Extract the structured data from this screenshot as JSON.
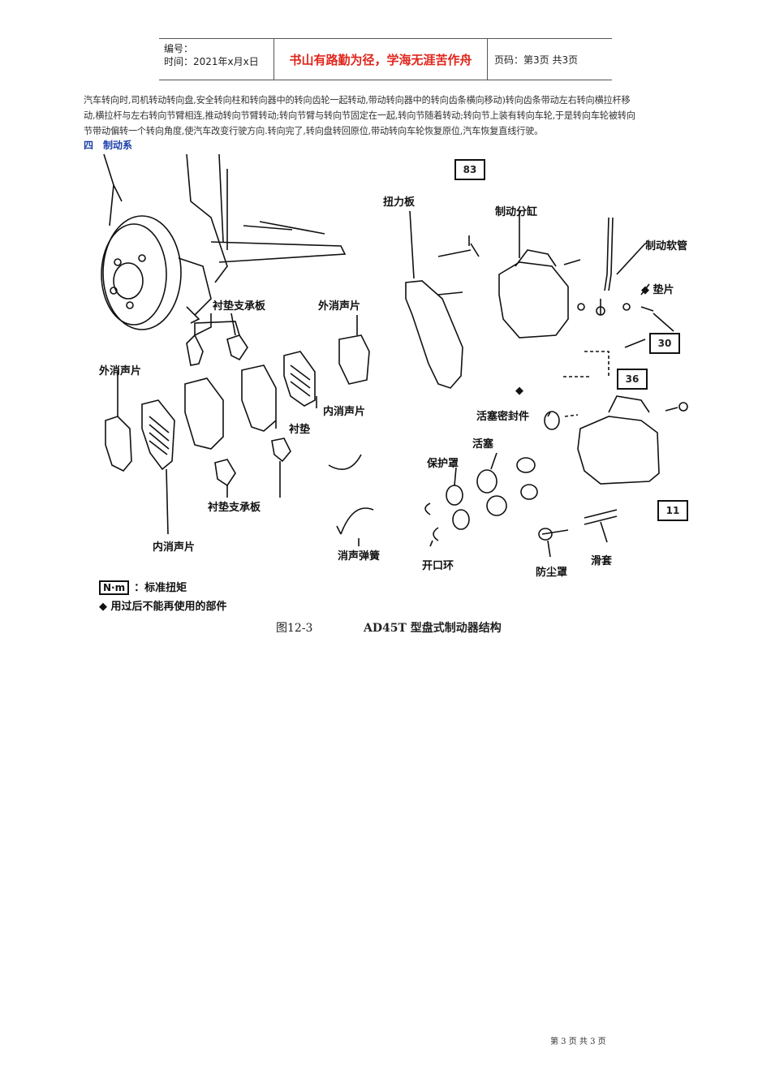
{
  "header": {
    "code_label": "编号：",
    "date_label": "时间：2021年x月x日",
    "motto": "书山有路勤为径，学海无涯苦作舟",
    "page_label": "页码：第3页  共3页"
  },
  "body": {
    "paragraph": "汽车转向时,司机转动转向盘,安全转向柱和转向器中的转向齿轮一起转动,带动转向器中的转向齿条横向移动)转向齿条带动左右转向横拉杆移动,横拉杆与左右转向节臂相连,推动转向节臂转动;转向节臂与转向节固定在一起,转向节随着转动;转向节上装有转向车轮,于是转向车轮被转向节带动偏转一个转向角度,使汽车改变行驶方向.转向完了,转向盘转回原位,带动转向车轮恢复原位,汽车恢复直线行驶。",
    "section_title": "四　制动系"
  },
  "figure": {
    "labels": {
      "torque_plate": "扭力板",
      "brake_cylinder": "制动分缸",
      "brake_hose": "制动软管",
      "gasket": "◆ 垫片",
      "pad_support_top": "衬垫支承板",
      "outer_shim_top": "外消声片",
      "outer_shim_left": "外消声片",
      "inner_shim_mid": "内消声片",
      "pad": "衬垫",
      "pad_support_bottom": "衬垫支承板",
      "inner_shim_bottom": "内消声片",
      "anti_squeal_spring": "消声弹簧",
      "piston_seal": "活塞密封件",
      "piston": "活塞",
      "boot": "保护罩",
      "snap_ring": "开口环",
      "dust_boot": "防尘罩",
      "slide_bushing": "滑套",
      "diamond_mark": "◆"
    },
    "torques": [
      "83",
      "30",
      "36",
      "11"
    ],
    "legend": {
      "nm_box": "N·m",
      "nm_text": "：标准扭矩",
      "nonreusable": "◆ 用过后不能再使用的部件"
    },
    "caption_number": "图12-3",
    "caption_title": "AD45T 型盘式制动器结构"
  },
  "footer": "第 3 页 共 3 页"
}
